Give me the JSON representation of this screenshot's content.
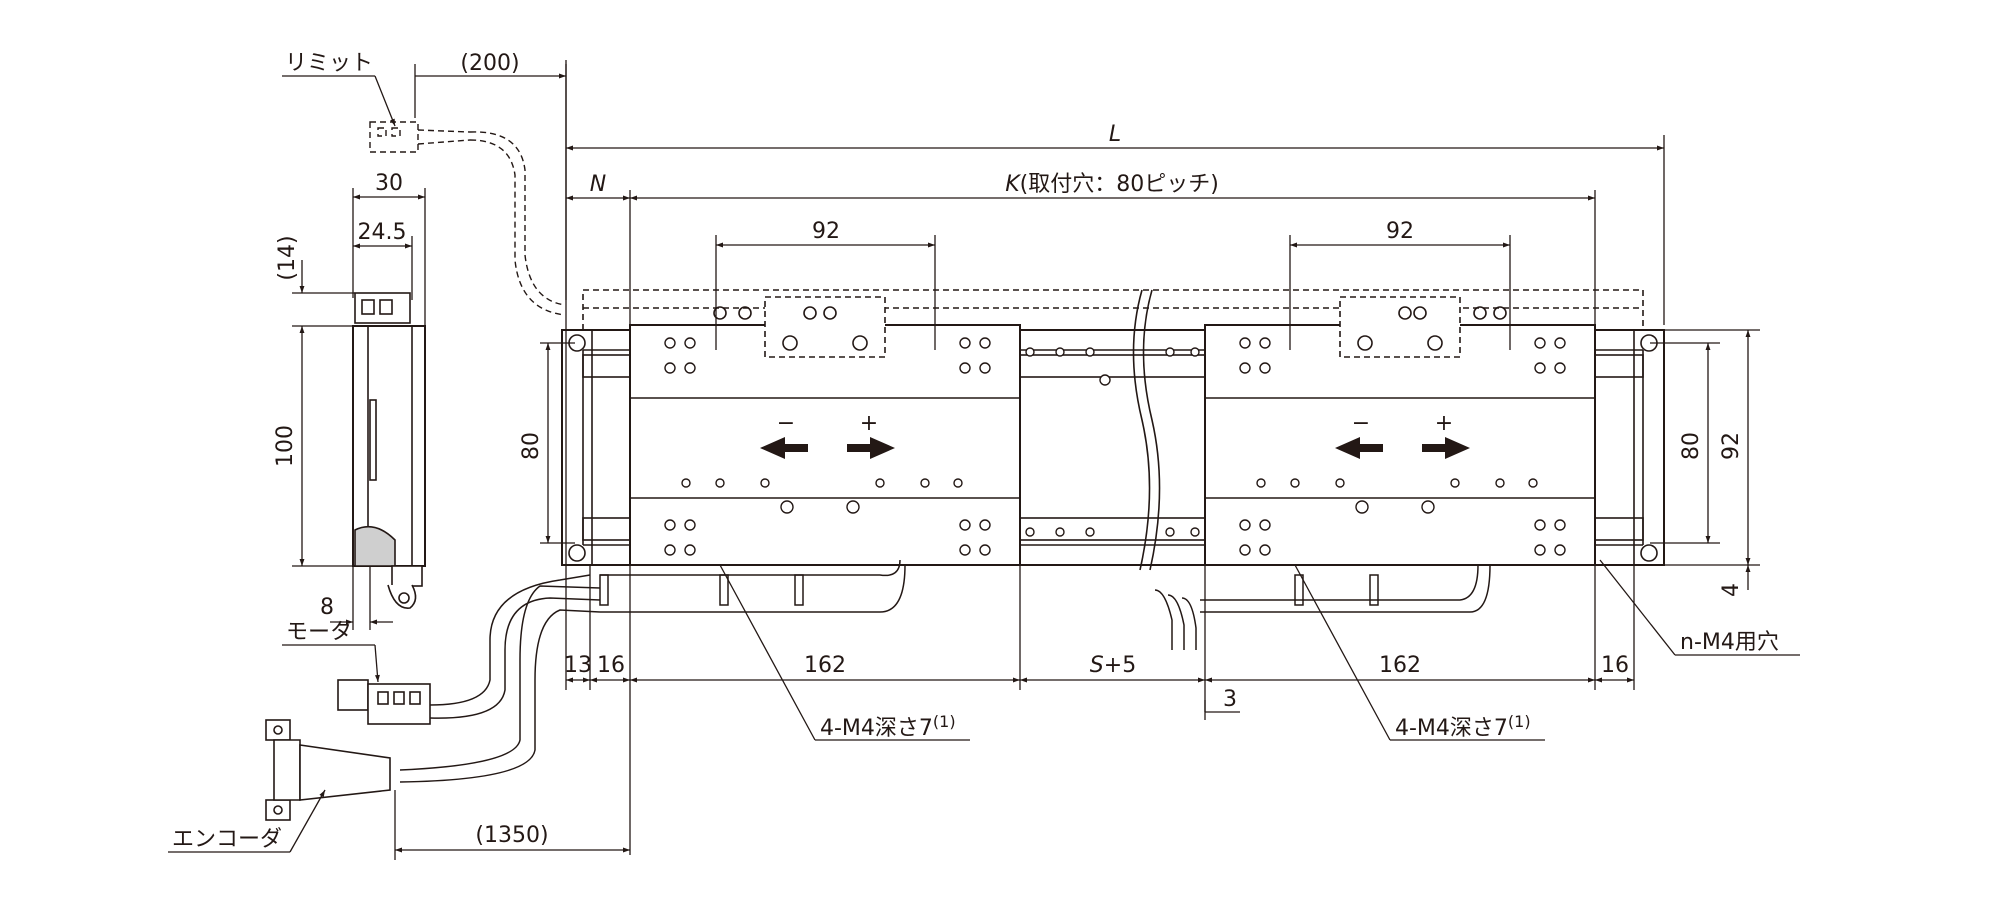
{
  "labels": {
    "limit": "リミット",
    "motor": "モータ",
    "encoder": "エンコーダ",
    "tap_hole_left": "4-M4深さ7",
    "tap_hole_right": "4-M4深さ7",
    "note_ref": "(1)",
    "mount_hole": "n-M4用穴"
  },
  "dims": {
    "cable_limit": "(200)",
    "cable_main": "(1350)",
    "L": "L",
    "N": "N",
    "K": "K",
    "K_note": "(取付穴：80ピッチ)",
    "pitch_left": "92",
    "pitch_right": "92",
    "side_width": "30",
    "side_inner": "24.5",
    "side_top": "(14)",
    "side_height": "100",
    "side_foot": "8",
    "front_80_left": "80",
    "front_80_right": "80",
    "front_92_right": "92",
    "front_4": "4",
    "b_13": "13",
    "b_16_left": "16",
    "b_162_left": "162",
    "b_S": "S",
    "b_S_suffix": "+5",
    "b_162_right": "162",
    "b_16_right": "16",
    "b_3": "3"
  },
  "slider_signs": {
    "minus_left": "−",
    "plus_left": "+",
    "minus_right": "−",
    "plus_right": "+"
  },
  "colors": {
    "ink": "#231815",
    "body_fill": "#ffffff"
  }
}
